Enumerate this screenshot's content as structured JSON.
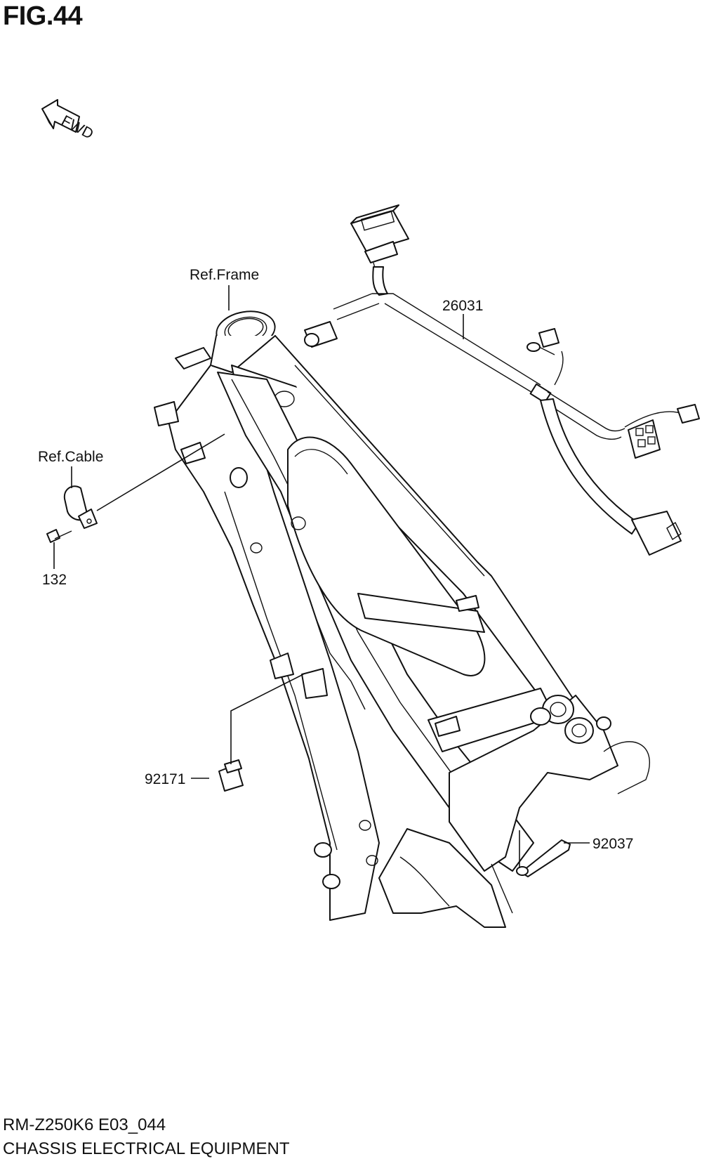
{
  "figure": {
    "title": "FIG.44"
  },
  "fwd_label": "FWD",
  "callouts": {
    "ref_frame": "Ref.Frame",
    "harness": "26031",
    "ref_cable": "Ref.Cable",
    "bolt": "132",
    "clamp": "92171",
    "band": "92037"
  },
  "footer": {
    "model_code": "RM-Z250K6 E03_044",
    "section": "CHASSIS ELECTRICAL EQUIPMENT"
  }
}
